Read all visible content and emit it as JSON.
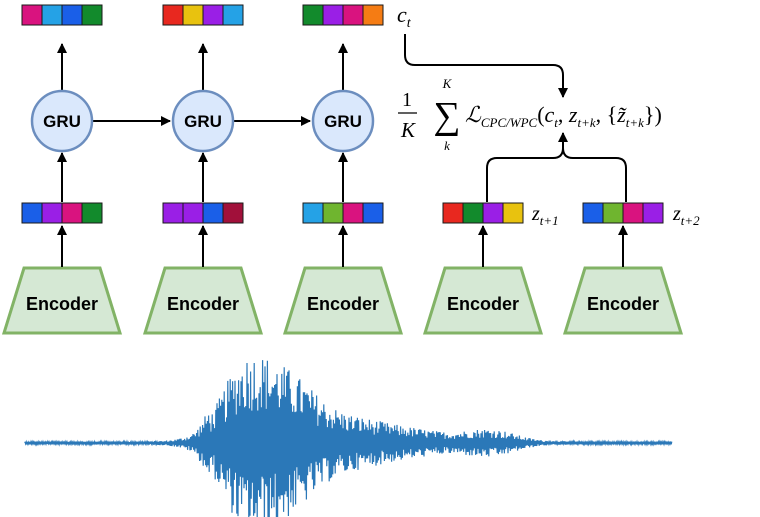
{
  "colors": {
    "magenta": "#d9137f",
    "blue": "#1a5fe8",
    "light_blue": "#25a2e6",
    "green": "#128a2c",
    "lime": "#6fb52f",
    "red": "#e8281f",
    "yellow": "#e8c20f",
    "purple": "#9a1fe6",
    "crimson": "#a1103a",
    "orange": "#f57c14",
    "encoder_fill": "#d5e8d4",
    "encoder_stroke": "#82b366",
    "gru_fill": "#dae8fc",
    "gru_stroke": "#6c8ebf",
    "waveform": "#2b78b8"
  },
  "gru_label": "GRU",
  "encoder_label": "Encoder",
  "context_vector": {
    "symbol": "c",
    "subscript": "t",
    "cells": [
      "green",
      "purple",
      "magenta",
      "orange"
    ]
  },
  "loss": {
    "fraction_numerator": "1",
    "fraction_denominator": "K",
    "sum_upper": "K",
    "sum_lower": "k",
    "sum_symbol": "∑",
    "loss_symbol": "ℒ",
    "loss_subscript": "CPC/WPC",
    "args_open": "(",
    "arg_c": "c",
    "arg_c_sub": "t",
    "separator": ", ",
    "arg_z": "z",
    "arg_z_sub": "t+k",
    "set_open": "{",
    "arg_ztilde": "z̃",
    "arg_ztilde_sub": "t+k",
    "set_close": "}",
    "args_close": ")"
  },
  "gru_outputs": [
    [
      "magenta",
      "light_blue",
      "blue",
      "green"
    ],
    [
      "red",
      "yellow",
      "purple",
      "light_blue"
    ]
  ],
  "encoder_outputs": [
    [
      "blue",
      "purple",
      "magenta",
      "green"
    ],
    [
      "purple",
      "purple",
      "blue",
      "crimson"
    ],
    [
      "light_blue",
      "lime",
      "magenta",
      "blue"
    ]
  ],
  "future_latents": [
    {
      "symbol": "z",
      "subscript": "t+1",
      "cells": [
        "red",
        "green",
        "purple",
        "yellow"
      ]
    },
    {
      "symbol": "z",
      "subscript": "t+2",
      "cells": [
        "blue",
        "lime",
        "magenta",
        "purple"
      ]
    }
  ]
}
